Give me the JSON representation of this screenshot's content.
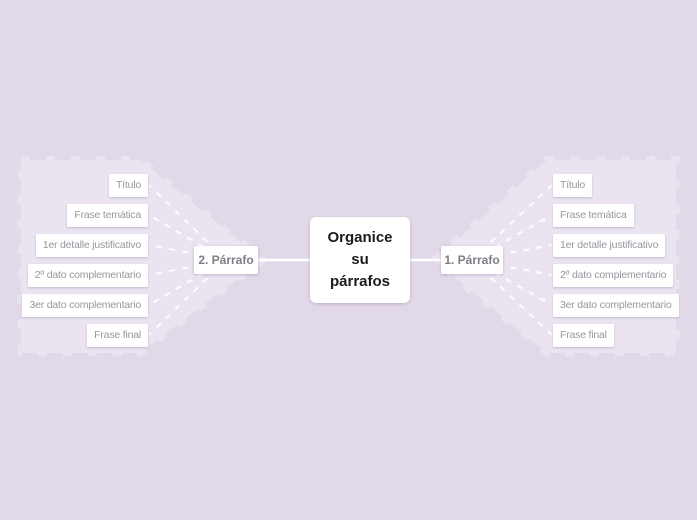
{
  "colors": {
    "background": "#e2d9e8",
    "cluster_fill": "#ebe4f0",
    "connector": "#ffffff",
    "node_bg": "#ffffff",
    "center_text": "#1c1c1c",
    "branch_text": "#7f7d85",
    "child_text": "#98969e"
  },
  "center": {
    "label": "Organice su párrafos",
    "lines": [
      "Organice",
      "su",
      "párrafos"
    ]
  },
  "branches": {
    "left": {
      "label": "2. Párrafo",
      "children": [
        "Título",
        "Frase temática",
        "1er detalle justificativo",
        "2º dato complementario",
        "3er dato complementario",
        "Frase final"
      ]
    },
    "right": {
      "label": "1. Párrafo",
      "children": [
        "Título",
        "Frase temática",
        "1er detalle justificativo",
        "2º dato complementario",
        "3er dato complementario",
        "Frase final"
      ]
    }
  }
}
